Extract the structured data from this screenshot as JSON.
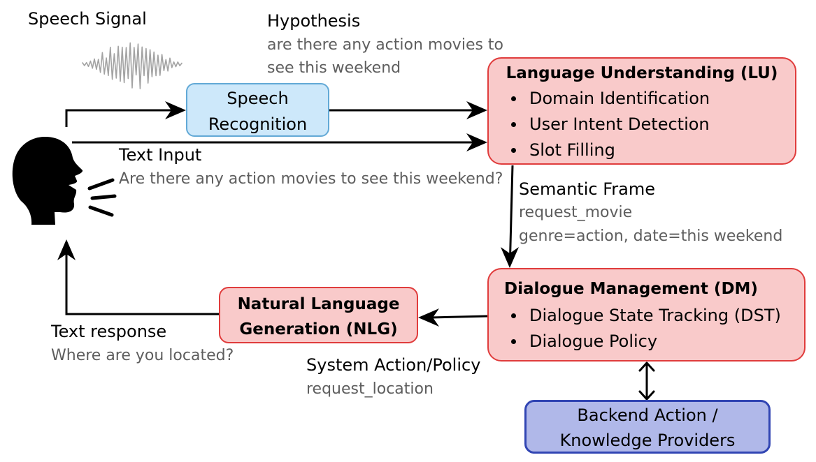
{
  "speech_signal": {
    "label": "Speech Signal"
  },
  "hypothesis": {
    "label": "Hypothesis",
    "lines": [
      "are there any action movies to",
      "see this weekend"
    ]
  },
  "text_input": {
    "label": "Text Input",
    "value": "Are there any action movies to see this weekend?"
  },
  "semantic_frame": {
    "label": "Semantic Frame",
    "lines": [
      "request_movie",
      "genre=action, date=this weekend"
    ]
  },
  "text_response": {
    "label": "Text response",
    "value": "Where are you located?"
  },
  "system_action": {
    "label": "System Action/Policy",
    "value": "request_location"
  },
  "modules": {
    "speech_recognition": {
      "lines": [
        "Speech",
        "Recognition"
      ]
    },
    "language_understanding": {
      "title": "Language Understanding (LU)",
      "items": [
        "Domain Identification",
        "User Intent Detection",
        "Slot Filling"
      ]
    },
    "dialogue_management": {
      "title": "Dialogue Management (DM)",
      "items": [
        "Dialogue State Tracking (DST)",
        "Dialogue Policy"
      ]
    },
    "natural_language_generation": {
      "lines": [
        "Natural Language",
        "Generation (NLG)"
      ]
    },
    "backend": {
      "lines": [
        "Backend Action /",
        "Knowledge Providers"
      ]
    }
  },
  "icons": {
    "user": "speaking-person-icon",
    "signal": "speech-waveform-icon",
    "voice": "sound-lines-icon",
    "bullet": "bullet-icon"
  },
  "colors": {
    "asr_fill": "#cde8fa",
    "asr_border": "#62a9d6",
    "module_fill": "#f9caca",
    "module_border": "#e03c3c",
    "backend_fill": "#b0b8e9",
    "backend_border": "#3145b3",
    "gray_text": "#5e5e5e",
    "arrow": "#000000",
    "waveform": "#a3a3a3"
  }
}
